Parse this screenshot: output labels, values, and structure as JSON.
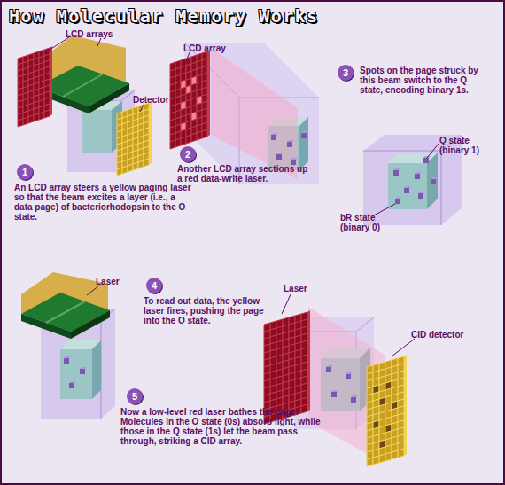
{
  "diagram": {
    "title": "How Molecular Memory Works",
    "nodes": [
      {
        "text": [
          "1"
        ]
      },
      {
        "text": [
          "2"
        ]
      },
      {
        "text": [
          "3"
        ]
      },
      {
        "text": [
          "4"
        ]
      },
      {
        "text": [
          "5"
        ]
      }
    ],
    "labels": [
      "LCD arrays",
      "Detector",
      "An LCD array steers a yellow paging laser so that the beam excites a layer (i.e., a data page) of bacteriorhodopsin to the O state.",
      "LCD array",
      "Another LCD array sections up a red data-write laser.",
      "Spots on the page struck by this beam switch to the Q state, encoding binary 1s.",
      "Q state (binary 1)",
      "bR state (binary 0)",
      "Laser",
      "To read out data, the yellow laser fires, pushing the page into the O state.",
      "Now a low-level red laser bathes the page. Molecules in the O state (0s) absorb light, while those in the Q state (1s) let the beam pass through, striking a CID array.",
      "Laser",
      "CID detector"
    ]
  }
}
